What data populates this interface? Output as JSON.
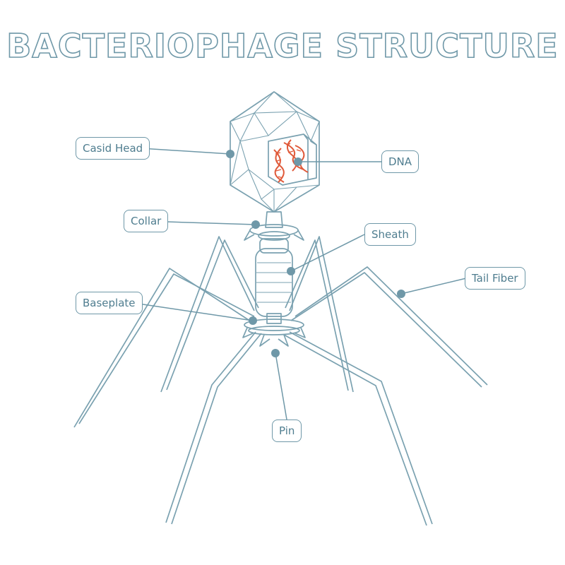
{
  "title": "BACTERIOPHAGE STRUCTURE",
  "labels": {
    "capsid_head": "Casid Head",
    "dna": "DNA",
    "collar": "Collar",
    "sheath": "Sheath",
    "tail_fiber": "Tail Fiber",
    "baseplate": "Baseplate",
    "pin": "Pin"
  },
  "colors": {
    "outline": "#7aa1b0",
    "label_border": "#6f98a8",
    "label_text": "#4f7d8f",
    "dna": "#e05a3a"
  }
}
